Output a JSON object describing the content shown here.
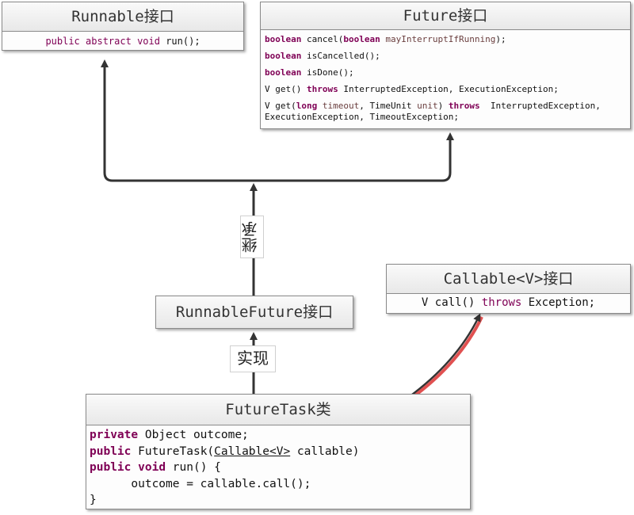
{
  "runnable": {
    "title": "Runnable接口",
    "line1": {
      "k1": "public",
      "k2": "abstract",
      "k3": "void",
      "rest": " run();"
    }
  },
  "future": {
    "title": "Future接口",
    "m1": {
      "t": "boolean",
      "a": " cancel(",
      "t2": "boolean",
      "p": " mayInterruptIfRunning",
      "b": ");"
    },
    "m2": {
      "t": "boolean",
      "a": " isCancelled();"
    },
    "m3": {
      "t": "boolean",
      "a": " isDone();"
    },
    "m4": {
      "a": "V get() ",
      "k": "throws",
      "b": " InterruptedException, ExecutionException;"
    },
    "m5": {
      "a": "V get(",
      "t": "long",
      "p1": " timeout",
      "c": ", TimeUnit ",
      "p2": "unit",
      "d": ") ",
      "k": "throws",
      "e": "  InterruptedException,",
      "f": "ExecutionException, TimeoutException;"
    }
  },
  "runnableFuture": {
    "title": "RunnableFuture接口"
  },
  "callable": {
    "title": "Callable<V>接口",
    "m1": {
      "a": "V call() ",
      "k": "throws",
      "b": " Exception;"
    }
  },
  "futureTask": {
    "title": "FutureTask类",
    "l1": {
      "k": "private",
      "a": " Object outcome;"
    },
    "l2": {
      "k": "public",
      "a": " FutureTask(",
      "u": "Callable<V>",
      "b": " callable)"
    },
    "l3": {
      "k1": "public",
      "k2": "void",
      "a": " run() {"
    },
    "l4": {
      "a": "      outcome = callable.call();"
    },
    "l5": {
      "a": "}"
    }
  },
  "labels": {
    "inherit": "继承",
    "implement": "实现"
  },
  "colors": {
    "keyword": "#7f0055",
    "param": "#6a3e3e",
    "arrow": "#333333",
    "callArrowGlow": "#e05050"
  }
}
